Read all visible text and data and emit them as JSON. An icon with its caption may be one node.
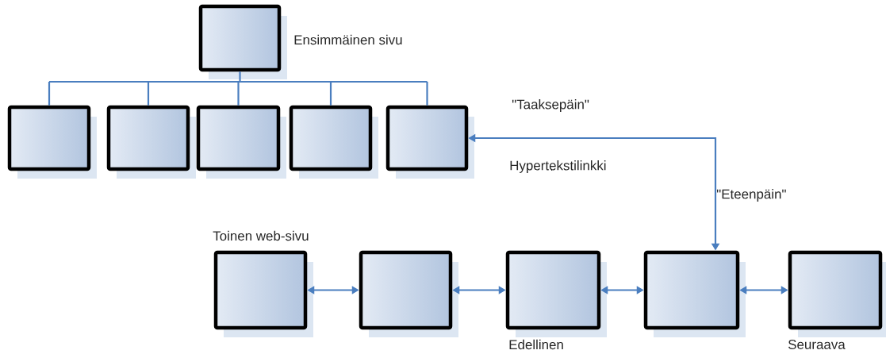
{
  "diagram": {
    "nodes": [
      {
        "text": [],
        "shape": "box",
        "beside": [
          "Ensimmäinen sivu"
        ]
      },
      {
        "text": [],
        "shape": "box"
      },
      {
        "text": [],
        "shape": "box"
      },
      {
        "text": [],
        "shape": "box"
      },
      {
        "text": [],
        "shape": "box"
      },
      {
        "text": [],
        "shape": "box"
      },
      {
        "text": [],
        "shape": "box",
        "beside": [
          "Toinen web-sivu"
        ]
      },
      {
        "text": [],
        "shape": "box"
      },
      {
        "text": [],
        "shape": "box",
        "beside": [
          "Edellinen"
        ]
      },
      {
        "text": [],
        "shape": "box"
      },
      {
        "text": [],
        "shape": "box",
        "beside": [
          "Seuraava"
        ]
      }
    ],
    "edges": [
      {
        "from": 0,
        "to": 1,
        "arrow": "none"
      },
      {
        "from": 0,
        "to": 2,
        "arrow": "none"
      },
      {
        "from": 0,
        "to": 3,
        "arrow": "none"
      },
      {
        "from": 0,
        "to": 4,
        "arrow": "none"
      },
      {
        "from": 0,
        "to": 5,
        "arrow": "none"
      },
      {
        "from": 5,
        "to": 9,
        "arrow": "both"
      },
      {
        "from": 6,
        "to": 7,
        "arrow": "both"
      },
      {
        "from": 7,
        "to": 8,
        "arrow": "both"
      },
      {
        "from": 8,
        "to": 9,
        "arrow": "both"
      },
      {
        "from": 9,
        "to": 10,
        "arrow": "both"
      }
    ],
    "labels": [
      "\"Taaksepäin\"",
      "Hypertekstilinkki",
      "\"Eteenpäin\""
    ]
  }
}
